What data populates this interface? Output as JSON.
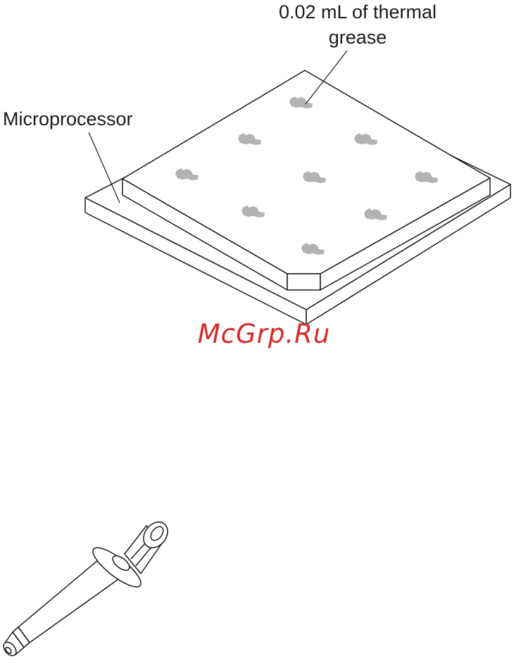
{
  "labels": {
    "grease_line1": "0.02 mL of thermal",
    "grease_line2": "grease",
    "microprocessor": "Microprocessor"
  },
  "watermark": {
    "text": "McGrp.Ru",
    "color": "#d42a2a"
  },
  "colors": {
    "line": "#1a1a1a",
    "grease": "#b3b3b3",
    "background": "#ffffff"
  },
  "grease_dot_count": 9,
  "objects": {
    "microprocessor_package": "microprocessor-with-grease-dots",
    "applicator": "syringe-icon"
  }
}
